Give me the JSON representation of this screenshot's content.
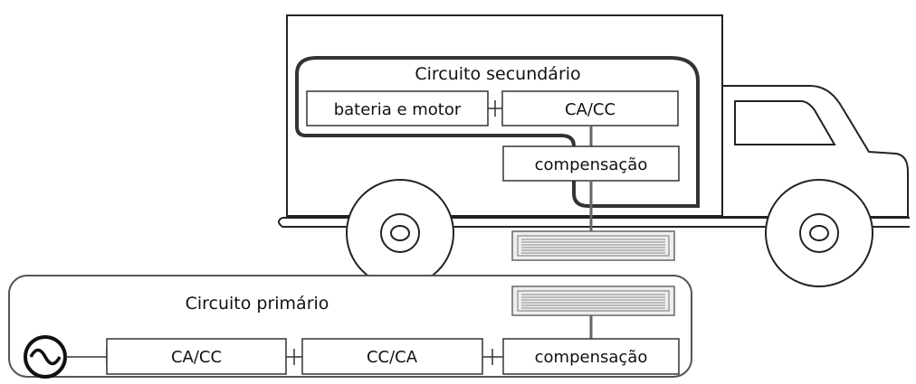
{
  "secondary_circuit": {
    "title": "Circuito secundário",
    "battery_motor": "bateria e motor",
    "converter": "CA/CC",
    "compensation": "compensação"
  },
  "primary_circuit": {
    "title": "Circuito primário",
    "source_icon": "ac-source-icon",
    "rectifier": "CA/CC",
    "inverter": "CC/CA",
    "compensation": "compensação"
  }
}
